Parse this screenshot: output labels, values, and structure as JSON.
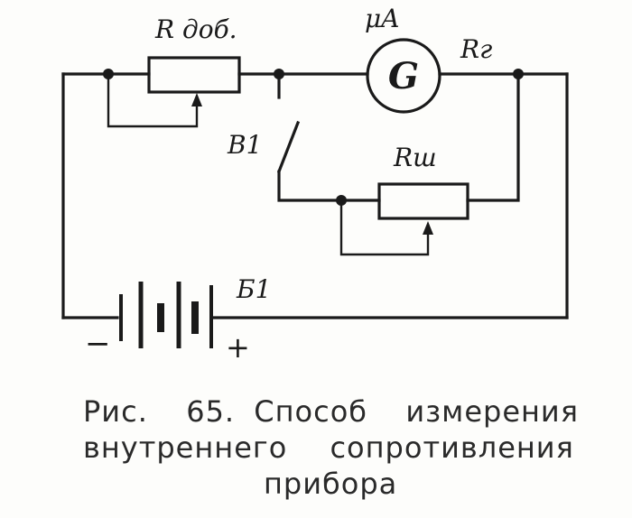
{
  "labels": {
    "r_add": "R доб.",
    "microammeter_unit": "μA",
    "galvanometer_symbol": "G",
    "r_meter": "Rг",
    "switch": "B1",
    "r_shunt": "Rш",
    "battery": "Б1",
    "minus": "−",
    "plus": "+"
  },
  "caption": {
    "line1": "Рис.  65. Способ  измерения",
    "line2": "внутреннего сопротивления",
    "line3": "прибора"
  },
  "colors": {
    "ink": "#1a1a1a",
    "paper": "#fdfdfb",
    "caption_ink": "#2a2a2a"
  }
}
